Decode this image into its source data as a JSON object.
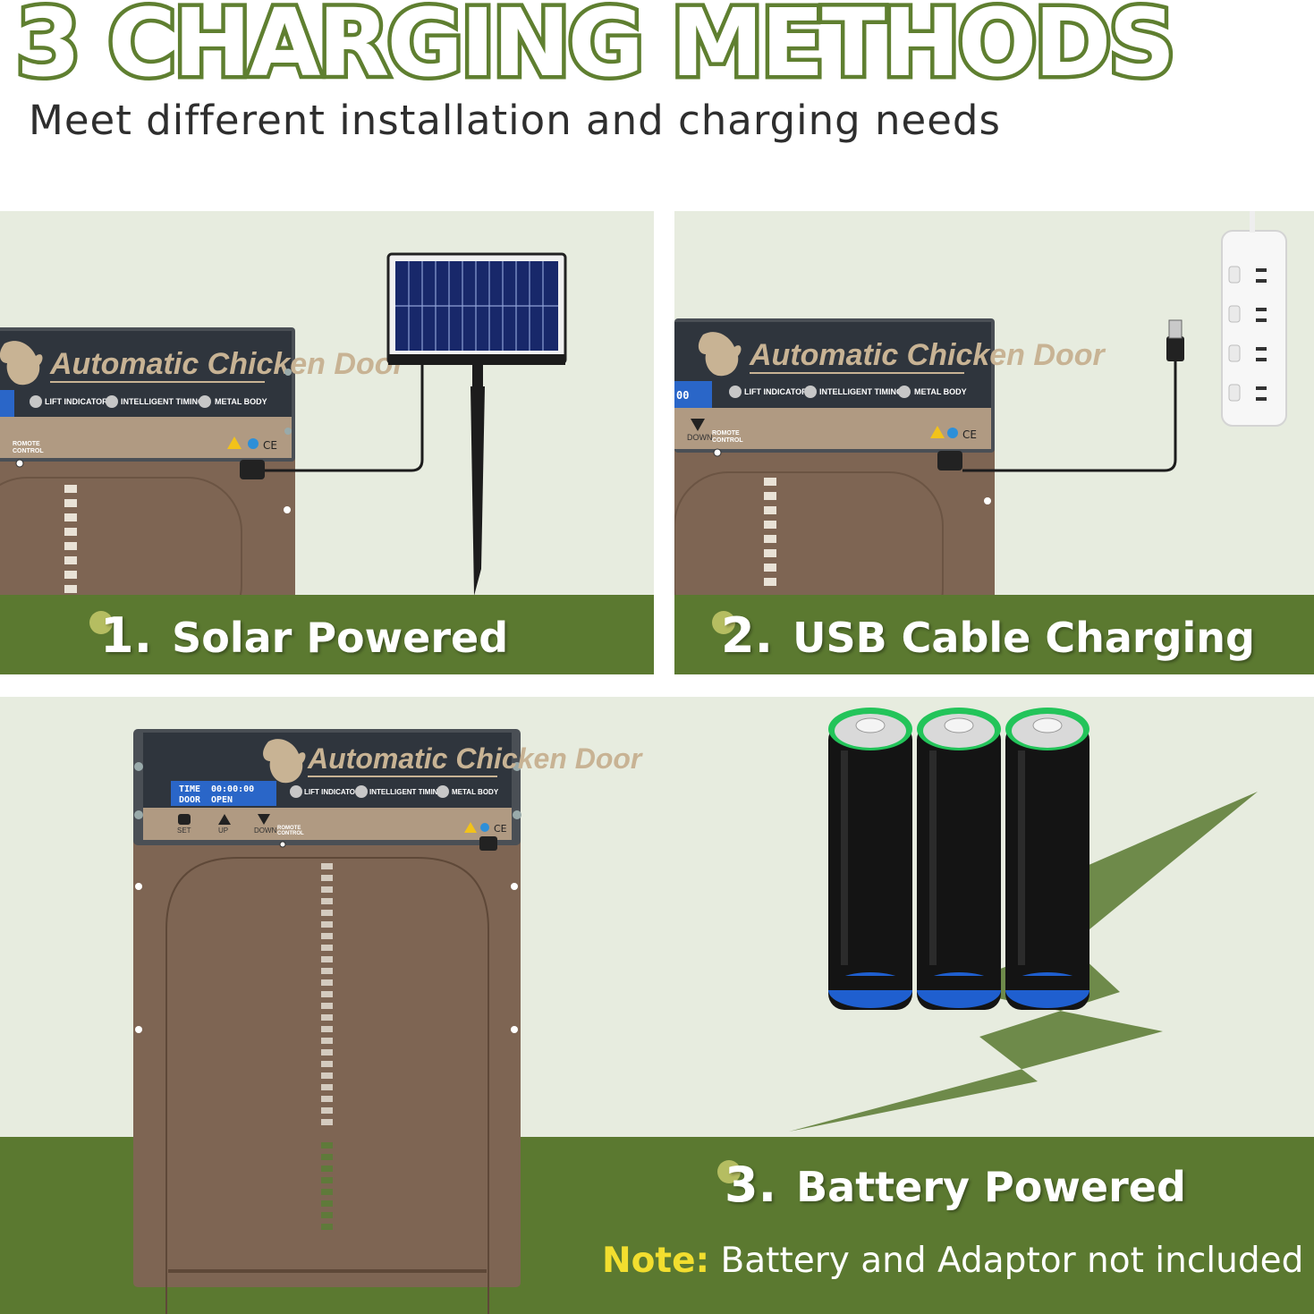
{
  "header": {
    "title": "3 CHARGING METHODS",
    "subtitle": "Meet different installation and charging needs"
  },
  "methods": [
    {
      "number": "1.",
      "label": "Solar Powered"
    },
    {
      "number": "2.",
      "label": "USB Cable Charging"
    },
    {
      "number": "3.",
      "label": "Battery Powered"
    }
  ],
  "note": {
    "key": "Note:",
    "text": " Battery and Adaptor not included"
  },
  "device": {
    "brand": "Automatic Chicken Door",
    "features": [
      "LIFT INDICATOR",
      "INTELLIGENT TIMING",
      "METAL BODY"
    ],
    "lcd": {
      "row1_label": "TIME",
      "row1_value": "00:00:00",
      "row2_label": "DOOR",
      "row2_value": "OPEN",
      "partial_value": "00"
    },
    "buttons": [
      "SET",
      "UP",
      "DOWN"
    ],
    "remote_label_1": "ROMOTE",
    "remote_label_2": "CONTROL",
    "cert_mark": "CE"
  },
  "colors": {
    "brand_green": "#5b7930",
    "panel_bg": "#e7ecdf",
    "door_brown": "#7e6553",
    "panel_dark": "#2f353d",
    "panel_tan": "#b09a82",
    "note_yellow": "#f2de2f"
  },
  "icons": [
    "rooster-icon",
    "solar-panel-icon",
    "usb-plug-icon",
    "power-strip-icon",
    "battery-icon",
    "lightning-bolt-icon"
  ]
}
